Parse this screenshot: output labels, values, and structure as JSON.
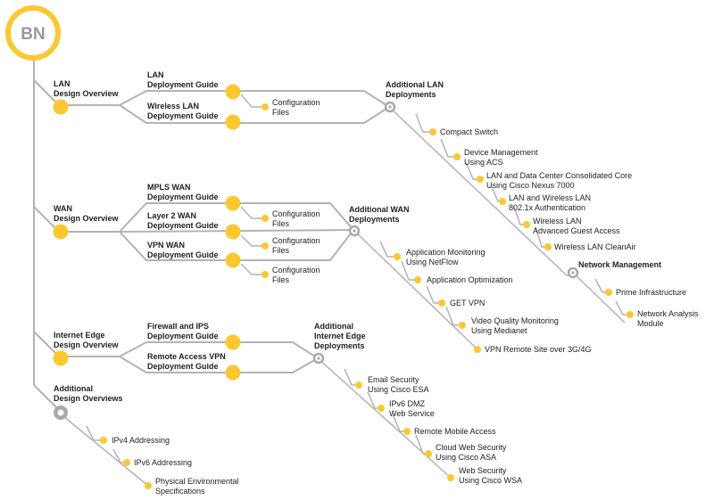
{
  "badge": "BN",
  "colors": {
    "accent": "#fdc82f",
    "line": "#b3b3b3",
    "badge_text": "#9a9a9a"
  },
  "lan": {
    "overview": [
      "LAN",
      "Design Overview"
    ],
    "guide1": [
      "LAN",
      "Deployment Guide"
    ],
    "guide2": [
      "Wireless LAN",
      "Deployment Guide"
    ],
    "config": [
      "Configuration",
      "Files"
    ],
    "additional": [
      "Additional LAN",
      "Deployments"
    ],
    "items": [
      [
        "Compact Switch"
      ],
      [
        "Device Management",
        "Using ACS"
      ],
      [
        "LAN and Data Center Consolidated Core",
        "Using Cisco Nexus 7000"
      ],
      [
        "LAN and Wireless LAN",
        "802.1x Authentication"
      ],
      [
        "Wireless LAN",
        "Advanced Guest Access"
      ],
      [
        "Wireless LAN CleanAir"
      ]
    ],
    "network_mgmt": "Network Management",
    "nm_items": [
      [
        "Prime Infrastructure"
      ],
      [
        "Network Analysis",
        "Module"
      ]
    ]
  },
  "wan": {
    "overview": [
      "WAN",
      "Design Overview"
    ],
    "guide1": [
      "MPLS WAN",
      "Deployment Guide"
    ],
    "guide2": [
      "Layer 2 WAN",
      "Deployment Guide"
    ],
    "guide3": [
      "VPN WAN",
      "Deployment Guide"
    ],
    "config": [
      "Configuration",
      "Files"
    ],
    "additional": [
      "Additional WAN",
      "Deployments"
    ],
    "items": [
      [
        "Application Monitoring",
        "Using NetFlow"
      ],
      [
        "Application Optimization"
      ],
      [
        "GET VPN"
      ],
      [
        "Video Quality Monitoring",
        "Using Medianet"
      ],
      [
        "VPN Remote Site over 3G/4G"
      ]
    ]
  },
  "edge": {
    "overview": [
      "Internet Edge",
      "Design Overview"
    ],
    "guide1": [
      "Firewall and IPS",
      "Deployment Guide"
    ],
    "guide2": [
      "Remote Access VPN",
      "Deployment Guide"
    ],
    "additional": [
      "Additional",
      "Internet Edge",
      "Deployments"
    ],
    "items": [
      [
        "Email Security",
        "Using Cisco ESA"
      ],
      [
        "IPv6 DMZ",
        "Web Service"
      ],
      [
        "Remote Mobile Access"
      ],
      [
        "Cloud Web Security",
        "Using Cisco ASA"
      ],
      [
        "Web Security",
        "Using Cisco WSA"
      ]
    ]
  },
  "design": {
    "additional": [
      "Additional",
      "Design Overviews"
    ],
    "items": [
      [
        "IPv4 Addressing"
      ],
      [
        "IPv6 Addressing"
      ],
      [
        "Physical Environmental",
        "Specifications"
      ]
    ]
  }
}
